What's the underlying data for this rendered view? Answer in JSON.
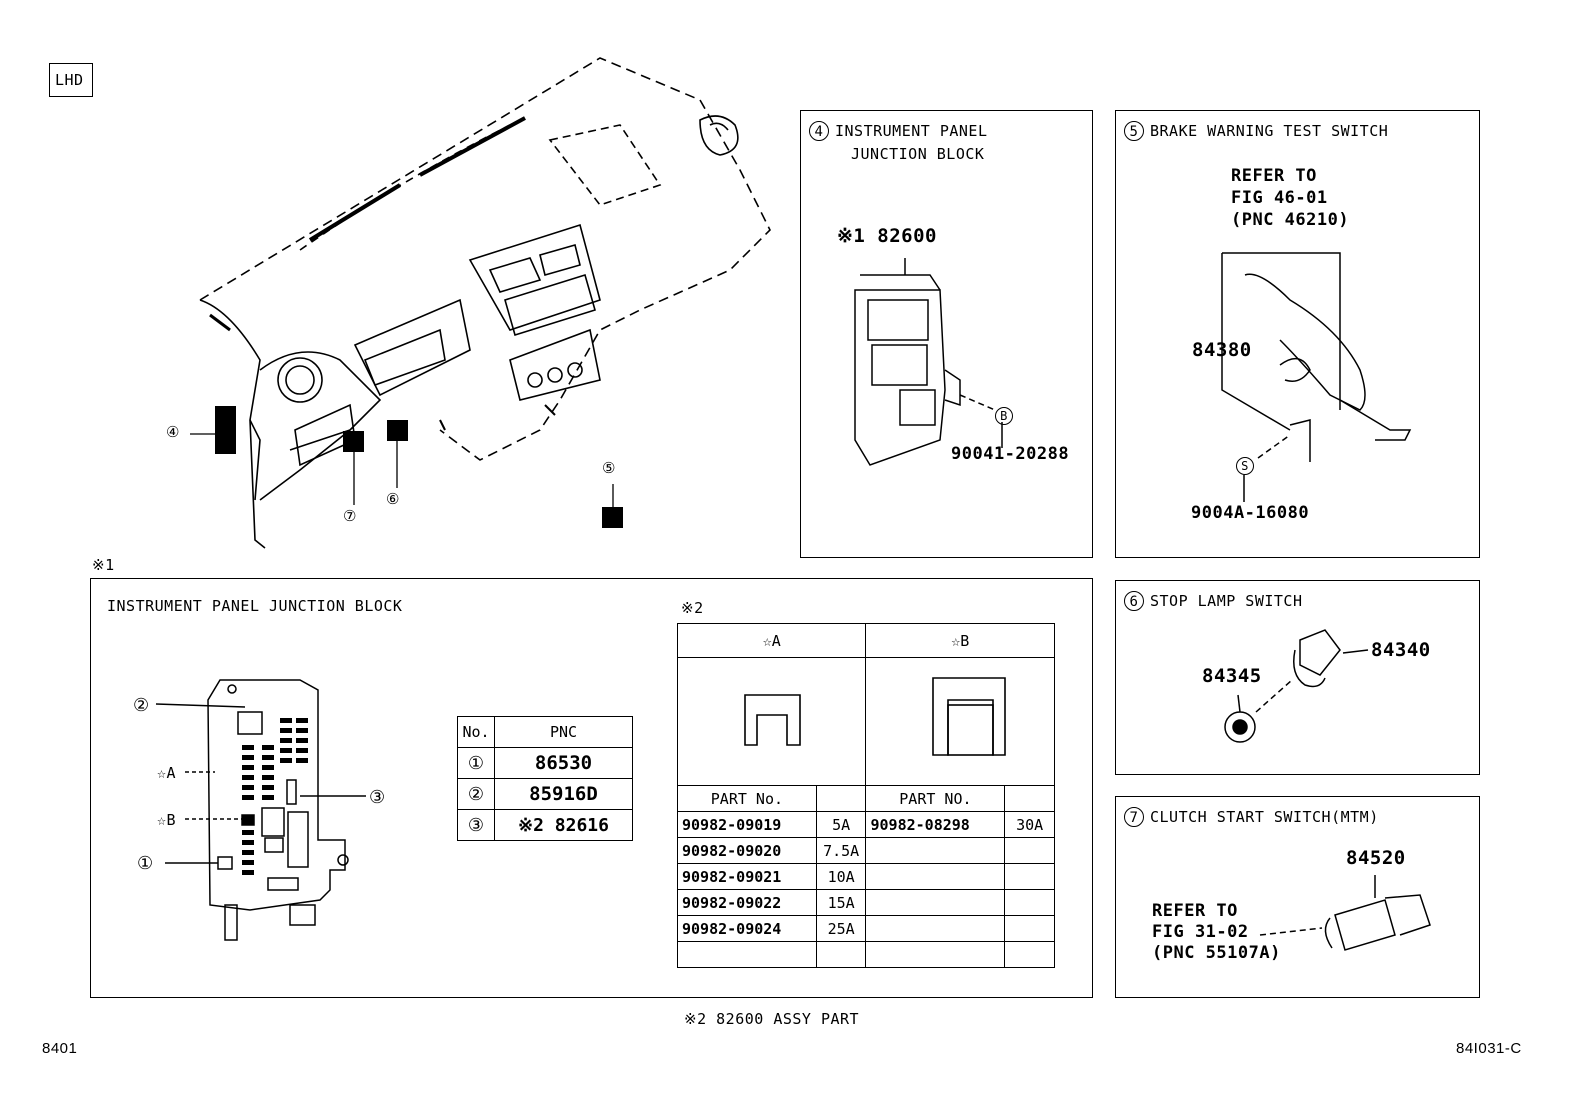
{
  "page": {
    "lhd": "LHD",
    "footer_left": "8401",
    "footer_right": "84I031-C",
    "note1_marker": "※1",
    "bottom_note": "※2 82600 ASSY PART"
  },
  "overview": {
    "callouts": [
      "④",
      "⑤",
      "⑥",
      "⑦"
    ]
  },
  "panel4": {
    "num": "4",
    "title_line1": "INSTRUMENT PANEL",
    "title_line2": "JUNCTION BLOCK",
    "part_main": "※1 82600",
    "bolt_marker": "B",
    "bolt_part": "90041-20288"
  },
  "panel5": {
    "num": "5",
    "title": "BRAKE WARNING TEST SWITCH",
    "refer_line1": "REFER TO",
    "refer_line2": "FIG 46-01",
    "refer_line3": "(PNC 46210)",
    "part": "84380",
    "screw_marker": "S",
    "screw_part": "9004A-16080"
  },
  "panel6": {
    "num": "6",
    "title": "STOP LAMP SWITCH",
    "part_a": "84340",
    "part_b": "84345"
  },
  "panel7": {
    "num": "7",
    "title": "CLUTCH START SWITCH(MTM)",
    "part": "84520",
    "refer_line1": "REFER TO",
    "refer_line2": "FIG 31-02",
    "refer_line3": "(PNC 55107A)"
  },
  "jb": {
    "title": "INSTRUMENT PANEL JUNCTION BLOCK",
    "star_a": "☆A",
    "star_b": "☆B",
    "callout1": "①",
    "callout2": "②",
    "callout3": "③",
    "pnc_table": {
      "col_no": "No.",
      "col_pnc": "PNC",
      "rows": [
        {
          "no": "①",
          "pnc": "86530"
        },
        {
          "no": "②",
          "pnc": "85916D"
        },
        {
          "no": "③",
          "pnc": "※2 82616"
        }
      ]
    },
    "note2": "※2",
    "fuse_table": {
      "head_a": "☆A",
      "head_b": "☆B",
      "partno_a": "PART No.",
      "partno_b": "PART NO.",
      "rows": [
        {
          "a_part": "90982-09019",
          "a_amp": "5A",
          "b_part": "90982-08298",
          "b_amp": "30A"
        },
        {
          "a_part": "90982-09020",
          "a_amp": "7.5A",
          "b_part": "",
          "b_amp": ""
        },
        {
          "a_part": "90982-09021",
          "a_amp": "10A",
          "b_part": "",
          "b_amp": ""
        },
        {
          "a_part": "90982-09022",
          "a_amp": "15A",
          "b_part": "",
          "b_amp": ""
        },
        {
          "a_part": "90982-09024",
          "a_amp": "25A",
          "b_part": "",
          "b_amp": ""
        },
        {
          "a_part": "",
          "a_amp": "",
          "b_part": "",
          "b_amp": ""
        }
      ]
    }
  }
}
